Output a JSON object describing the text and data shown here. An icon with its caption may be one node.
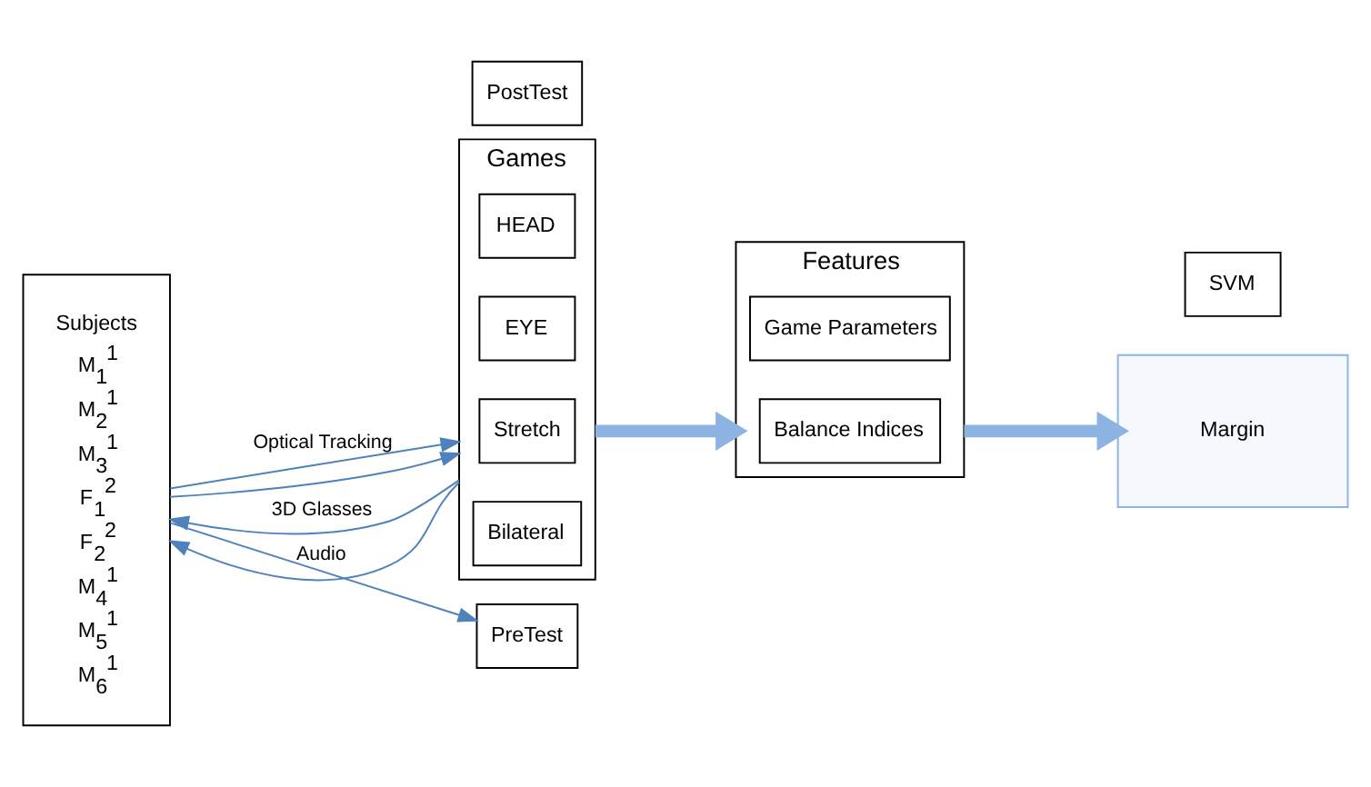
{
  "diagram": {
    "nodes": [
      {
        "text": [
          "Subjects",
          "M$_{1}$$^{1}$",
          "M$_{2}$$^{1}$",
          "M$_{3}$$^{1}$",
          "F$_{1}$$^{2}$",
          "F$_{2}$$^{2}$",
          "M$_{4}$$^{1}$",
          "M$_{5}$$^{1}$",
          "M$_{6}$$^{1}$"
        ]
      },
      {
        "text": [
          "Games"
        ]
      },
      {
        "text": [
          "HEAD"
        ],
        "in": 1
      },
      {
        "text": [
          "EYE"
        ],
        "in": 1
      },
      {
        "text": [
          "Stretch"
        ],
        "in": 1
      },
      {
        "text": [
          "Bilateral"
        ],
        "in": 1
      },
      {
        "text": [
          "PreTest"
        ]
      },
      {
        "text": [
          "PostTest"
        ]
      },
      {
        "text": [
          "Features"
        ]
      },
      {
        "text": [
          "Game Parameters"
        ],
        "in": 8
      },
      {
        "text": [
          "Balance Indices"
        ],
        "in": 8
      },
      {
        "text": [
          "SVM"
        ]
      },
      {
        "text": [
          "Margin"
        ]
      }
    ],
    "edges": [
      {
        "from": 0,
        "to": 1,
        "arrow": "to",
        "label": "Optical Tracking"
      },
      {
        "from": 0,
        "to": 1,
        "arrow": "to"
      },
      {
        "from": 1,
        "to": 0,
        "arrow": "to",
        "label": "3D Glasses"
      },
      {
        "from": 1,
        "to": 0,
        "arrow": "to",
        "label": "Audio"
      },
      {
        "from": 0,
        "to": 6,
        "arrow": "to"
      },
      {
        "from": 1,
        "to": 8,
        "arrow": "to",
        "style": "thick",
        "color": "#8db3e2"
      },
      {
        "from": 8,
        "to": 12,
        "arrow": "to",
        "style": "thick",
        "color": "#8db3e2"
      }
    ]
  }
}
